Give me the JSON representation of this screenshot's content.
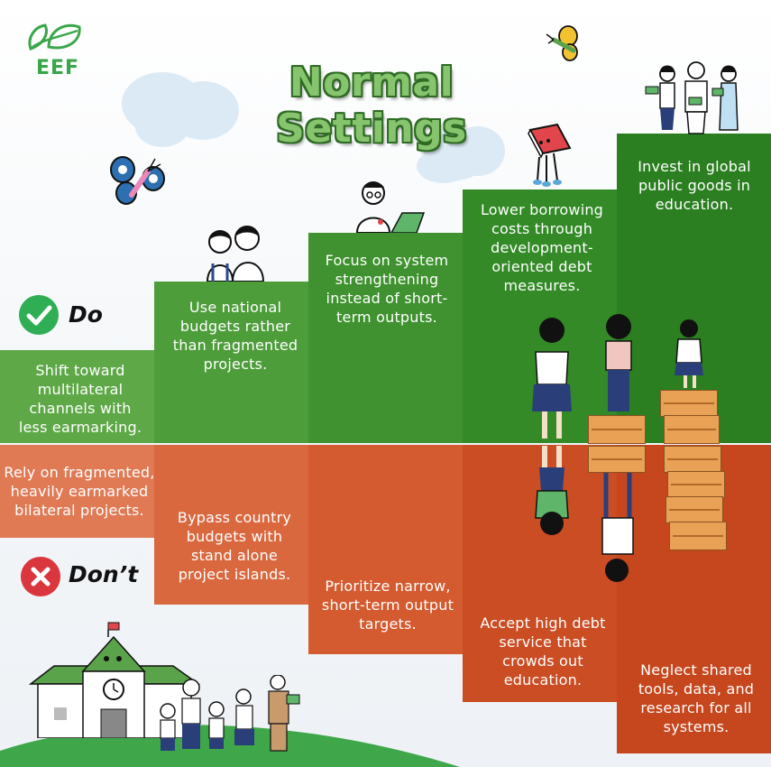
{
  "logo": {
    "text": "EEF"
  },
  "title": "Normal Settings",
  "do_label": "Do",
  "dont_label": "Don’t",
  "do_steps": [
    {
      "text": "Shift toward multilateral channels with less earmarking."
    },
    {
      "text": "Use national budgets rather than fragmented projects."
    },
    {
      "text": "Focus on system strengthening instead of short-term outputs."
    },
    {
      "text": "Lower borrowing costs through development-oriented debt measures."
    },
    {
      "text": "Invest in global public goods in education."
    }
  ],
  "dont_steps": [
    {
      "text": "Rely on fragmented, heavily earmarked bilateral projects."
    },
    {
      "text": "Bypass country budgets with stand alone project islands."
    },
    {
      "text": "Prioritize narrow, short-term output targets."
    },
    {
      "text": "Accept high debt service that crowds out education."
    },
    {
      "text": "Neglect shared tools, data, and research for all systems."
    }
  ],
  "colors": {
    "do_green": "#3f922f",
    "dont_orange": "#d45a2f",
    "title_green": "#86c46d",
    "check_green": "#2fae55",
    "cross_red": "#d9363e"
  },
  "icons": [
    "leaf-logo-icon",
    "check-circle-icon",
    "cross-circle-icon",
    "butterfly-icon",
    "book-character-icon",
    "school-building-icon",
    "crates-icon"
  ]
}
